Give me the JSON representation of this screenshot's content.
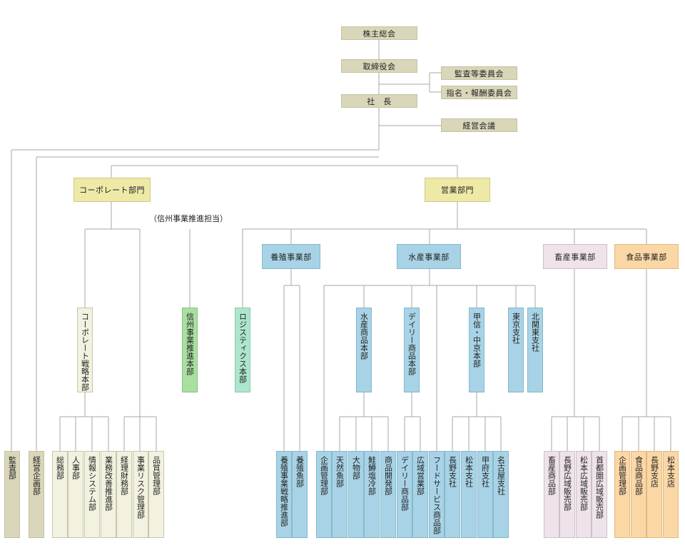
{
  "boxes": {
    "shareholders": "株主総会",
    "board": "取締役会",
    "audit_committee": "監査等委員会",
    "nomination_committee": "指名・報酬委員会",
    "president": "社　長",
    "management_meeting": "経営会議",
    "corporate_division": "コーポレート部門",
    "sales_division": "営業部門",
    "aquaculture_div": "養殖事業部",
    "marine_div": "水産事業部",
    "livestock_div": "畜産事業部",
    "food_div": "食品事業部",
    "corp_strategy_hq": "コーポレート戦略本部",
    "shinshu_promo_dept": "信州事業推進本部",
    "logistics_hq": "ロジスティクス本部",
    "marine_products_hq": "水産商品本部",
    "daily_products_hq": "デイリー商品本部",
    "koshin_chukyo_hq": "甲信・中京本部",
    "tokyo_branch": "東京支社",
    "hokkan_tokyo_branch": "北関東支社",
    "audit_dept": "監査部",
    "corp_planning_dept": "経営企画部",
    "general_affairs": "総務部",
    "hr": "人事部",
    "info_systems": "情報システム部",
    "business_improvement": "業務改善推進部",
    "accounting_finance": "経理財務部",
    "risk_management": "事業リスク管理部",
    "quality_management": "品質管理部",
    "aqua_strategy": "養殖事業戦略推進部",
    "aqua_fish": "養殖魚部",
    "planning_mgmt": "企画管理部",
    "natural_fish": "天然魚部",
    "large_fish": "大物部",
    "salmon_trout_frozen": "鮭鱒塩冷部",
    "product_development": "商品開発部",
    "daily_products": "デイリー商品部",
    "regional_sales": "広域営業部",
    "food_service_products": "フードサービス商品部",
    "nagano_branch": "長野支社",
    "matsumoto_branch": "松本支社",
    "kofu_branch": "甲府支社",
    "nagoya_branch": "名古屋支社",
    "livestock_products": "畜産商品部",
    "nagano_wide_sales": "長野広域販売部",
    "matsumoto_wide_sales": "松本広域販売部",
    "metro_wide_sales": "首都圏広域販売部",
    "food_planning_mgmt": "企画管理部",
    "food_products": "食品商品部",
    "nagano_store": "長野支店",
    "matsumoto_store": "松本支店"
  },
  "note": "（信州事業推進担当）",
  "colors": {
    "line": "#a7a7a7",
    "khaki": "#d9d6b9",
    "yellow": "#eee9a6",
    "blue": "#a8d3e6",
    "pink": "#eee3ea",
    "orange": "#fbd7a6",
    "cream": "#f3f1df",
    "green": "#a9e0a1",
    "mint": "#ade6cd"
  }
}
